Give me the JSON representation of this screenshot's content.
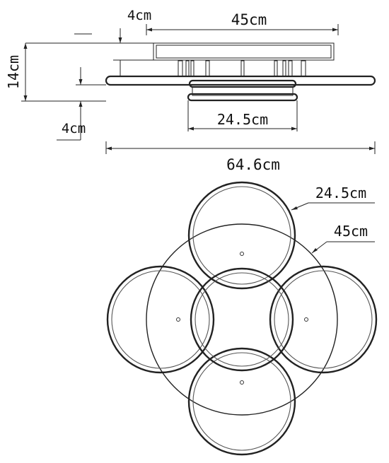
{
  "side_view": {
    "label_top_gap": "4cm",
    "label_body_width": "45cm",
    "label_height": "14cm",
    "label_bottom_gap": "4cm",
    "label_ring_width": "24.5cm",
    "label_overall_width": "64.6cm"
  },
  "top_view": {
    "label_ring_diameter": "24.5cm",
    "label_base_diameter": "45cm"
  },
  "colors": {
    "line": "#222222",
    "background": "#ffffff"
  }
}
